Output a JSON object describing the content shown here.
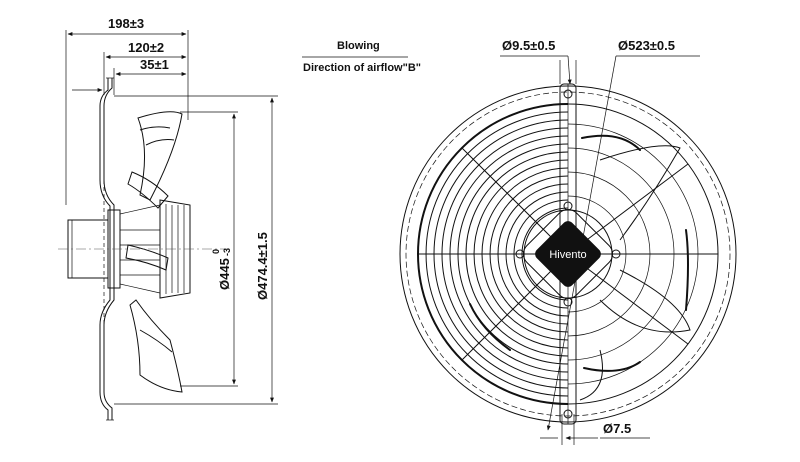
{
  "side_view": {
    "dim_overall_depth": "198±3",
    "dim_motor_depth": "120±2",
    "dim_flange_depth": "35±1",
    "dim_blade_diameter_base": "Ø445",
    "dim_blade_diameter_tol_upper": "0",
    "dim_blade_diameter_tol_lower": "-3",
    "dim_flange_diameter": "Ø474.4±1.5"
  },
  "airflow_note": {
    "line1": "Blowing",
    "line2": "Direction of airflow\"B\""
  },
  "front_view": {
    "dim_hole": "Ø9.5±0.5",
    "dim_outer": "Ø523±0.5",
    "dim_slot": "Ø7.5",
    "logo": "Hivento"
  }
}
